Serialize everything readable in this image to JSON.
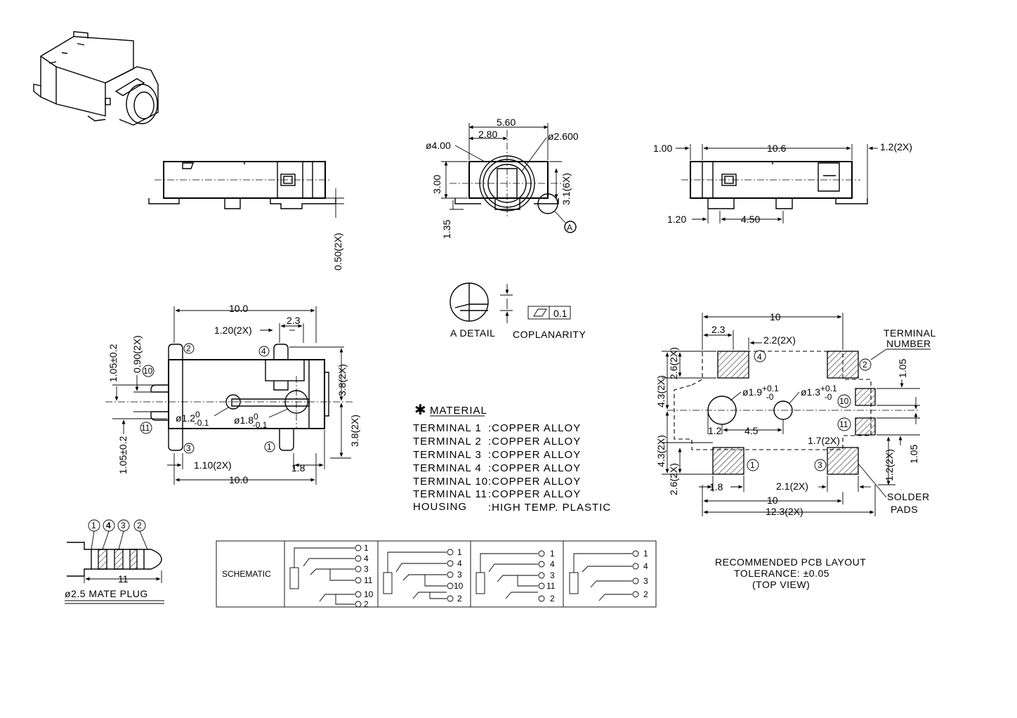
{
  "dims": {
    "side1": {
      "d050": "0.50(2X)"
    },
    "front": {
      "d560": "5.60",
      "d280": "2.80",
      "d400": "ø4.00",
      "d2600": "ø2.600",
      "d300": "3.00",
      "d31": "3.1(6X)",
      "d135": "1.35",
      "ref_a": "A"
    },
    "side2": {
      "d100": "1.00",
      "d106": "10.6",
      "d12": "1.2(2X)",
      "d120": "1.20",
      "d450": "4.50"
    },
    "bottom": {
      "d100t": "10.0",
      "d23": "2.3",
      "d120x": "1.20(2X)",
      "d105a": "1.05±0.2",
      "d090": "0.90(2X)",
      "d38a": "3.8(2X)",
      "d38b": "3.8(2X)",
      "d12h_base": "ø1.2",
      "d12h_sup": "0",
      "d12h_sub": "-0.1",
      "d18h_base": "ø1.8",
      "d18h_sup": "0",
      "d18h_sub": "-0.1",
      "d105b": "1.05±0.2",
      "d110": "1.10(2X)",
      "d18": "1.8",
      "d100b": "10.0"
    },
    "pcb": {
      "d10t": "10",
      "d23": "2.3",
      "d22": "2.2(2X)",
      "d26a": "2.6(2X)",
      "d43a": "4.3(2X)",
      "d43b": "4.3(2X)",
      "d26b": "2.6(2X)",
      "h19_base": "ø1.9",
      "h19_sup": "+0.1",
      "h19_sub": "-0",
      "h13_base": "ø1.3",
      "h13_sup": "+0.1",
      "h13_sub": "-0",
      "d12": "1.2",
      "d45": "4.5",
      "d17": "1.7(2X)",
      "d105a": "1.05",
      "d105b": "1.05",
      "d12v": "1.2(2X)",
      "d18": "1.8",
      "d21": "2.1(2X)",
      "d10b": "10",
      "d123": "12.3(2X)"
    }
  },
  "terminals": {
    "t1": "1",
    "t2": "2",
    "t3": "3",
    "t4": "4",
    "t10": "10",
    "t11": "11"
  },
  "detail": {
    "a_detail": "A DETAIL",
    "coplanarity": "COPLANARITY",
    "flat_value": "0.1"
  },
  "material": {
    "heading": "MATERIAL",
    "rows": [
      {
        "part": "TERMINAL  1",
        "value": ":COPPER  ALLOY"
      },
      {
        "part": "TERMINAL  2",
        "value": ":COPPER  ALLOY"
      },
      {
        "part": "TERMINAL  3",
        "value": ":COPPER  ALLOY"
      },
      {
        "part": "TERMINAL  4",
        "value": ":COPPER  ALLOY"
      },
      {
        "part": "TERMINAL 10",
        "value": ":COPPER  ALLOY"
      },
      {
        "part": "TERMINAL 11",
        "value": ":COPPER  ALLOY"
      },
      {
        "part": "HOUSING",
        "value": ":HIGH  TEMP.  PLASTIC"
      }
    ]
  },
  "pcb_labels": {
    "terminal_l1": "TERMINAL",
    "terminal_l2": "NUMBER",
    "solder_l1": "SOLDER",
    "solder_l2": "PADS"
  },
  "plug": {
    "title": "ø2.5  MATE  PLUG",
    "length": "11"
  },
  "schematic": {
    "label": "SCHEMATIC"
  },
  "notes": {
    "layout": "RECOMMENDED  PCB  LAYOUT",
    "tolerance": "TOLERANCE: ±0.05",
    "view": "(TOP  VIEW)"
  }
}
